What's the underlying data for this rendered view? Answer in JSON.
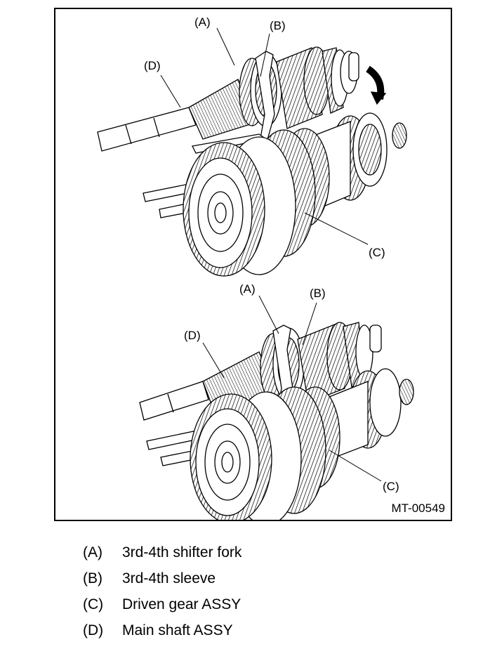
{
  "figure": {
    "id": "MT-00549",
    "upper": {
      "callouts": {
        "a": "(A)",
        "b": "(B)",
        "c": "(C)",
        "d": "(D)"
      }
    },
    "lower": {
      "callouts": {
        "a": "(A)",
        "b": "(B)",
        "c": "(C)",
        "d": "(D)"
      }
    }
  },
  "legend": [
    {
      "key": "(A)",
      "text": "3rd-4th shifter fork"
    },
    {
      "key": "(B)",
      "text": "3rd-4th sleeve"
    },
    {
      "key": "(C)",
      "text": "Driven gear ASSY"
    },
    {
      "key": "(D)",
      "text": "Main shaft ASSY"
    }
  ]
}
